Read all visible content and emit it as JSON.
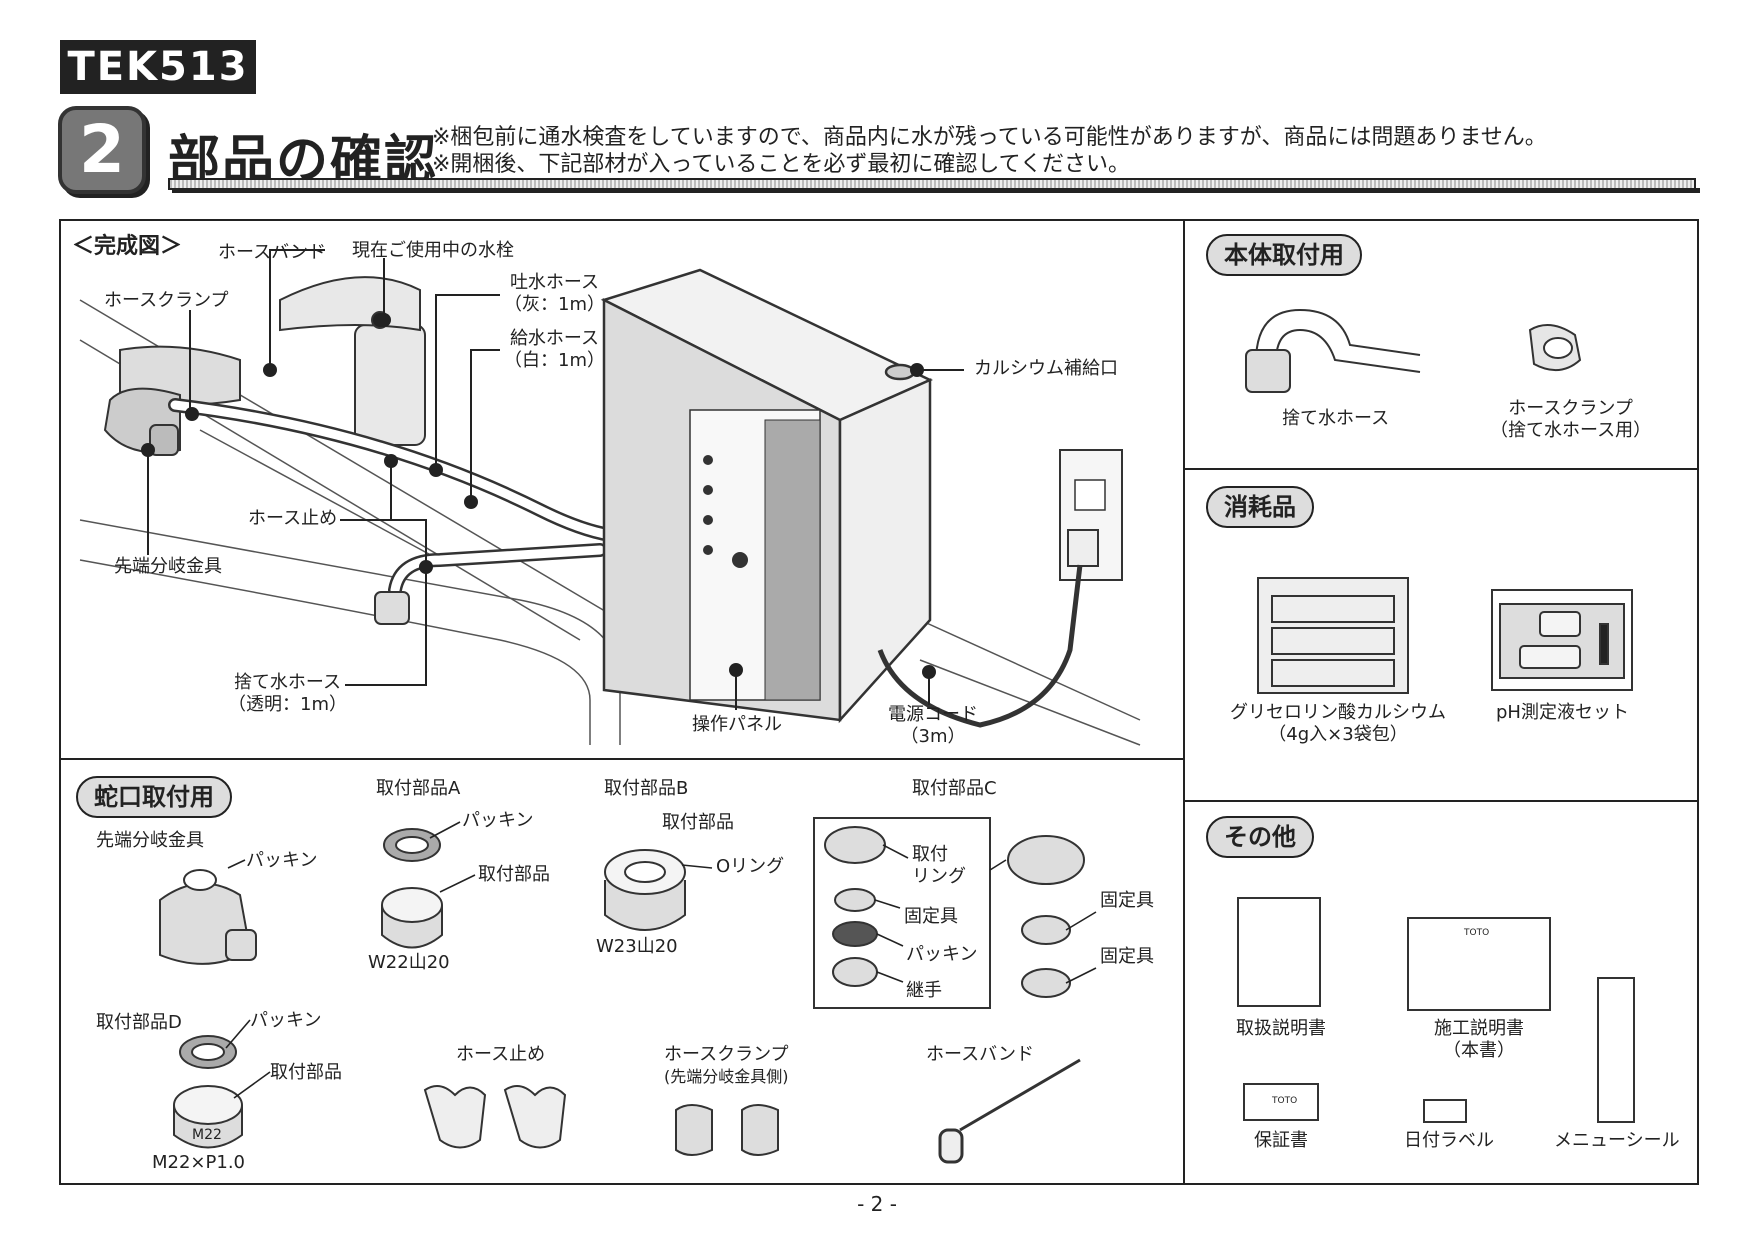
{
  "header": {
    "model": "TEK513",
    "section_number": "2",
    "section_title": "部品の確認",
    "note_1": "※梱包前に通水検査をしていますので、商品内に水が残っている可能性がありますが、商品には問題ありません。",
    "note_2": "※開梱後、下記部材が入っていることを必ず最初に確認してください。"
  },
  "completed_view": {
    "title": "＜完成図＞",
    "labels": {
      "hose_band": "ホースバンド",
      "faucet": "現在ご使用中の水栓",
      "hose_clamp": "ホースクランプ",
      "outlet_hose": "吐水ホース",
      "outlet_hose_spec": "（灰：1m）",
      "supply_hose": "給水ホース",
      "supply_hose_spec": "（白：1m）",
      "calcium_port": "カルシウム補給口",
      "hose_stop": "ホース止め",
      "tip_branch": "先端分岐金具",
      "waste_hose": "捨て水ホース",
      "waste_hose_spec": "（透明：1m）",
      "panel": "操作パネル",
      "power_cord": "電源コード",
      "power_cord_spec": "（3m）"
    }
  },
  "body_mount": {
    "title": "本体取付用",
    "items": [
      "捨て水ホース",
      "ホースクランプ"
    ],
    "clamp_note": "（捨て水ホース用）"
  },
  "consumables": {
    "title": "消耗品",
    "items": [
      "グリセロリン酸カルシウム",
      "pH測定液セット"
    ],
    "calcium_note": "（4g入×3袋包）"
  },
  "others": {
    "title": "その他",
    "items": [
      "取扱説明書",
      "施工説明書",
      "保証書",
      "日付ラベル",
      "メニューシール"
    ],
    "install_note": "（本書）",
    "brand": "TOTO"
  },
  "faucet_mount": {
    "title": "蛇口取付用",
    "tip_branch": {
      "label": "先端分岐金具",
      "packing": "パッキン"
    },
    "part_a": {
      "label": "取付部品A",
      "packing": "パッキン",
      "part": "取付部品",
      "spec": "W22山20"
    },
    "part_b": {
      "label": "取付部品B",
      "part": "取付部品",
      "oring": "Oリング",
      "spec": "W23山20"
    },
    "part_c": {
      "label": "取付部品C",
      "ring": "取付\nリング",
      "fixture": "固定具",
      "packing": "パッキン",
      "joint": "継手",
      "fixture_2": "固定具",
      "fixture_3": "固定具"
    },
    "part_d": {
      "label": "取付部品D",
      "packing": "パッキン",
      "part": "取付部品",
      "mark": "M22",
      "spec": "M22×P1.0"
    },
    "hose_stop": "ホース止め",
    "hose_clamp": "ホースクランプ",
    "hose_clamp_note": "(先端分岐金具側)",
    "hose_band": "ホースバンド"
  },
  "footer": {
    "page": "- 2 -"
  }
}
